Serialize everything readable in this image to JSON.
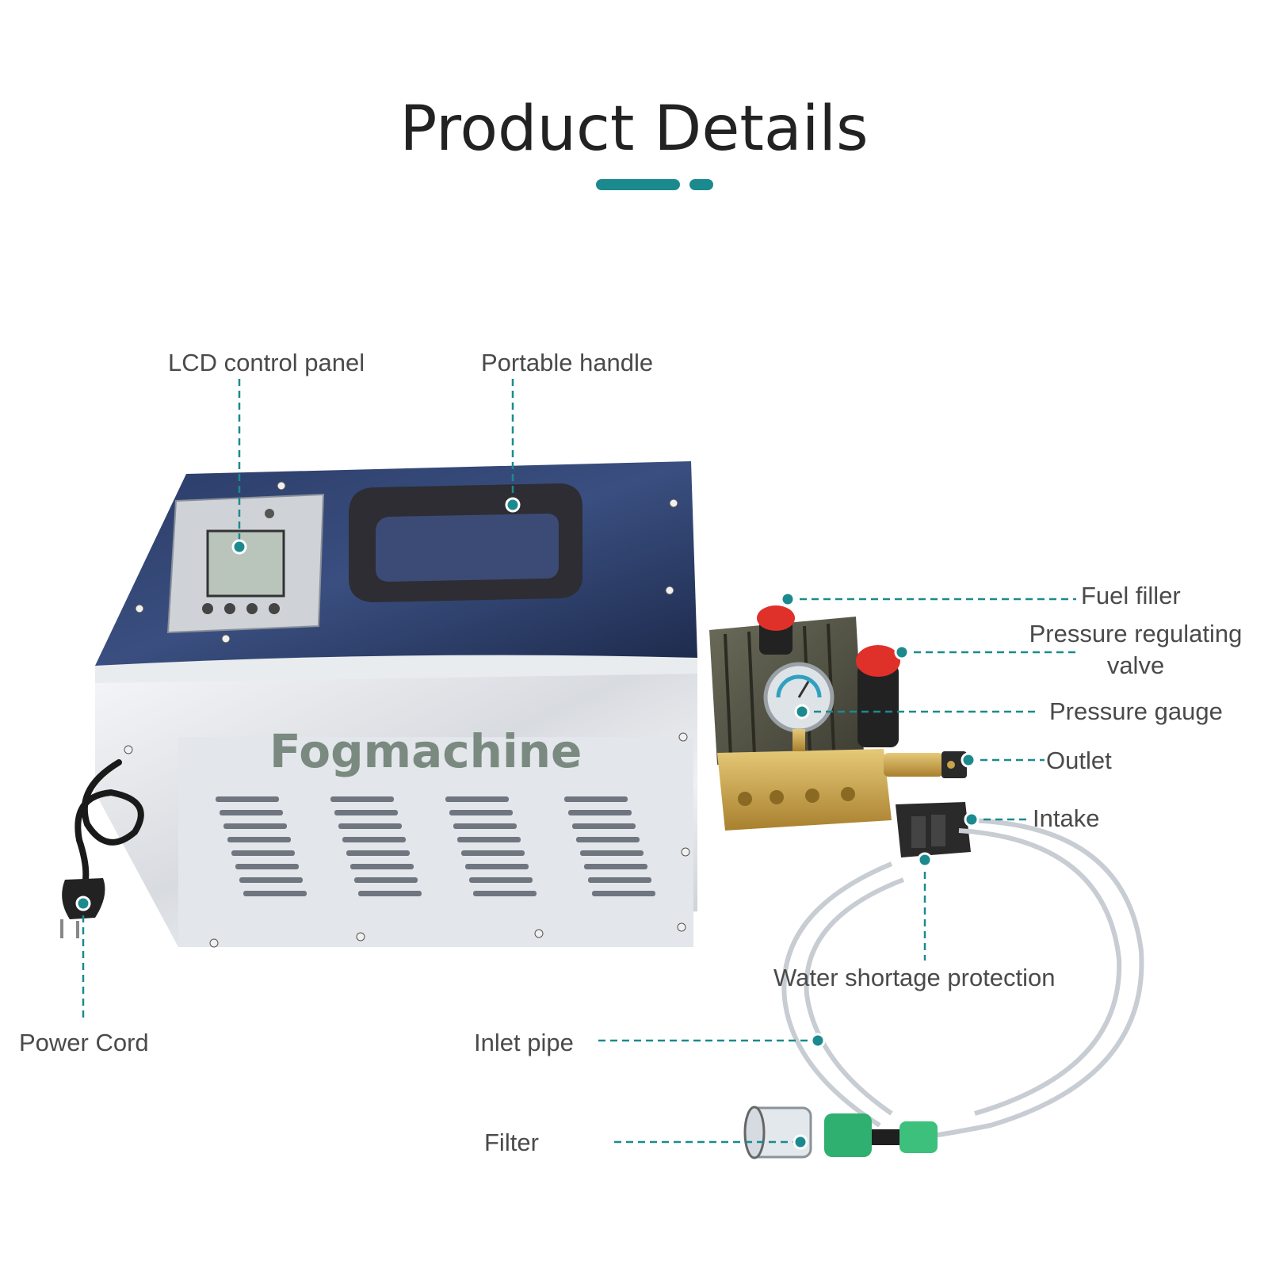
{
  "header": {
    "title": "Product Details",
    "accent_color": "#1b8a8e"
  },
  "product": {
    "brand_logo": "Fogmachine"
  },
  "callouts": {
    "lcd_control_panel": "LCD control panel",
    "portable_handle": "Portable handle",
    "fuel_filler": "Fuel filler",
    "pressure_regulating_valve_line1": "Pressure regulating",
    "pressure_regulating_valve_line2": "valve",
    "pressure_gauge": "Pressure gauge",
    "outlet": "Outlet",
    "intake": "Intake",
    "water_shortage_protection": "Water shortage protection",
    "power_cord": "Power Cord",
    "inlet_pipe": "Inlet pipe",
    "filter": "Filter"
  },
  "colors": {
    "leader_line": "#1b8a8e",
    "marker_dot": "#1b8a8e",
    "steel_body": "#c9ccd1",
    "pump_brass": "#c9a24a",
    "valve_red": "#e0302a",
    "filter_green": "#2fb070"
  }
}
